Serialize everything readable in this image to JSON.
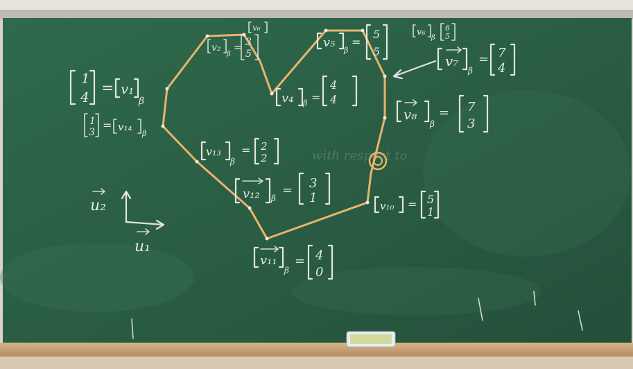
{
  "board": {
    "colors": {
      "board": "#2a5d44",
      "chalk": "#f2f0ea",
      "string": "#e9b46c",
      "frame": "#d8d4cc",
      "ledge": "#c8a37a"
    }
  },
  "labels": {
    "v1_def_vec": [
      "1",
      "4"
    ],
    "v1_def_name": "v₁",
    "v1_def_sub": "β",
    "v14_vec": [
      "1",
      "3"
    ],
    "v14_name": "v₁₄",
    "v14_sub": "β",
    "v2_name": "v₂",
    "v2_sub": "β",
    "v2_vec": [
      "3",
      "5"
    ],
    "v6_top": "v₆",
    "v5_name": "v₅",
    "v5_sub": "β",
    "v5_vec": [
      "5",
      "5"
    ],
    "v6_name": "v₆",
    "v6_sub": "β",
    "v6_vec": [
      "6",
      "5"
    ],
    "v7_name": "v₇",
    "v7_sub": "β",
    "v7_vec": [
      "7",
      "4"
    ],
    "v4_name": "v₄",
    "v4_sub": "β",
    "v4_vec": [
      "4",
      "4"
    ],
    "v8_name": "v₈",
    "v8_sub": "β",
    "v8_vec": [
      "7",
      "3"
    ],
    "v13_name": "v₁₃",
    "v13_sub": "β",
    "v13_vec": [
      "2",
      "2"
    ],
    "v12_name": "v₁₂",
    "v12_sub": "β",
    "v12_vec": [
      "3",
      "1"
    ],
    "v10_name": "v₁₀",
    "v10_vec": [
      "5",
      "1"
    ],
    "v11_name": "v₁₁",
    "v11_sub": "β",
    "v11_vec": [
      "4",
      "0"
    ],
    "u2": "u₂",
    "u1": "u₁",
    "faint_text": "with respect to"
  }
}
